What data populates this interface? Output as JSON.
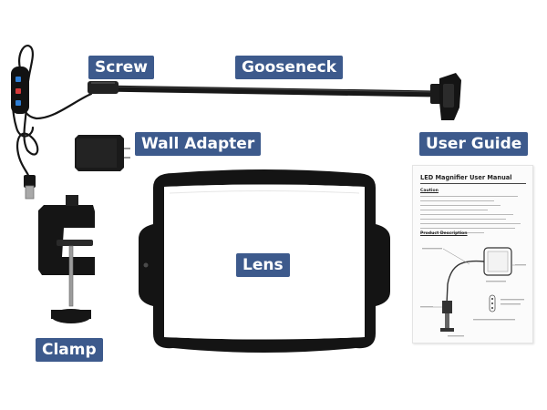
{
  "labels": {
    "screw": "Screw",
    "gooseneck": "Gooseneck",
    "wall_adapter": "Wall Adapter",
    "user_guide": "User Guide",
    "lens": "Lens",
    "clamp": "Clamp"
  },
  "manual": {
    "title": "LED Magnifier User Manual",
    "caution_heading": "Caution",
    "product_heading": "Product Description"
  },
  "colors": {
    "label_background": "#3d5a8c",
    "label_text": "#ffffff",
    "product_black": "#1c1c1c",
    "remote_button_blue": "#2f7fd6",
    "remote_button_red": "#d63a3a"
  }
}
